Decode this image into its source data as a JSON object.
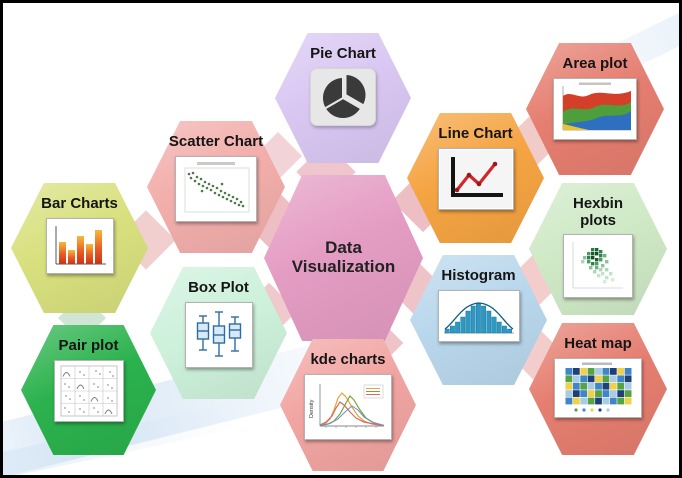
{
  "center": {
    "label": "Data Visualization",
    "color": "#e49cc3"
  },
  "hexagons": [
    {
      "id": "pie-chart",
      "label": "Pie Chart",
      "color": "#d9c7f2"
    },
    {
      "id": "scatter-chart",
      "label": "Scatter Chart",
      "color": "#f2aeab"
    },
    {
      "id": "bar-charts",
      "label": "Bar Charts",
      "color": "#d8e07e"
    },
    {
      "id": "pair-plot",
      "label": "Pair plot",
      "color": "#2bb24d"
    },
    {
      "id": "box-plot",
      "label": "Box Plot",
      "color": "#cdf1db"
    },
    {
      "id": "kde-charts",
      "label": "kde charts",
      "color": "#f1a5a2"
    },
    {
      "id": "line-chart",
      "label": "Line Chart",
      "color": "#f5a442"
    },
    {
      "id": "histogram",
      "label": "Histogram",
      "color": "#b9d7ec"
    },
    {
      "id": "area-plot",
      "label": "Area plot",
      "color": "#e57e70"
    },
    {
      "id": "hexbin-plots",
      "label": "Hexbin plots",
      "color": "#cfe9c6"
    },
    {
      "id": "heat-map",
      "label": "Heat map",
      "color": "#e57e70"
    }
  ],
  "thumbnails": {
    "kde_ylabel": "Density"
  }
}
